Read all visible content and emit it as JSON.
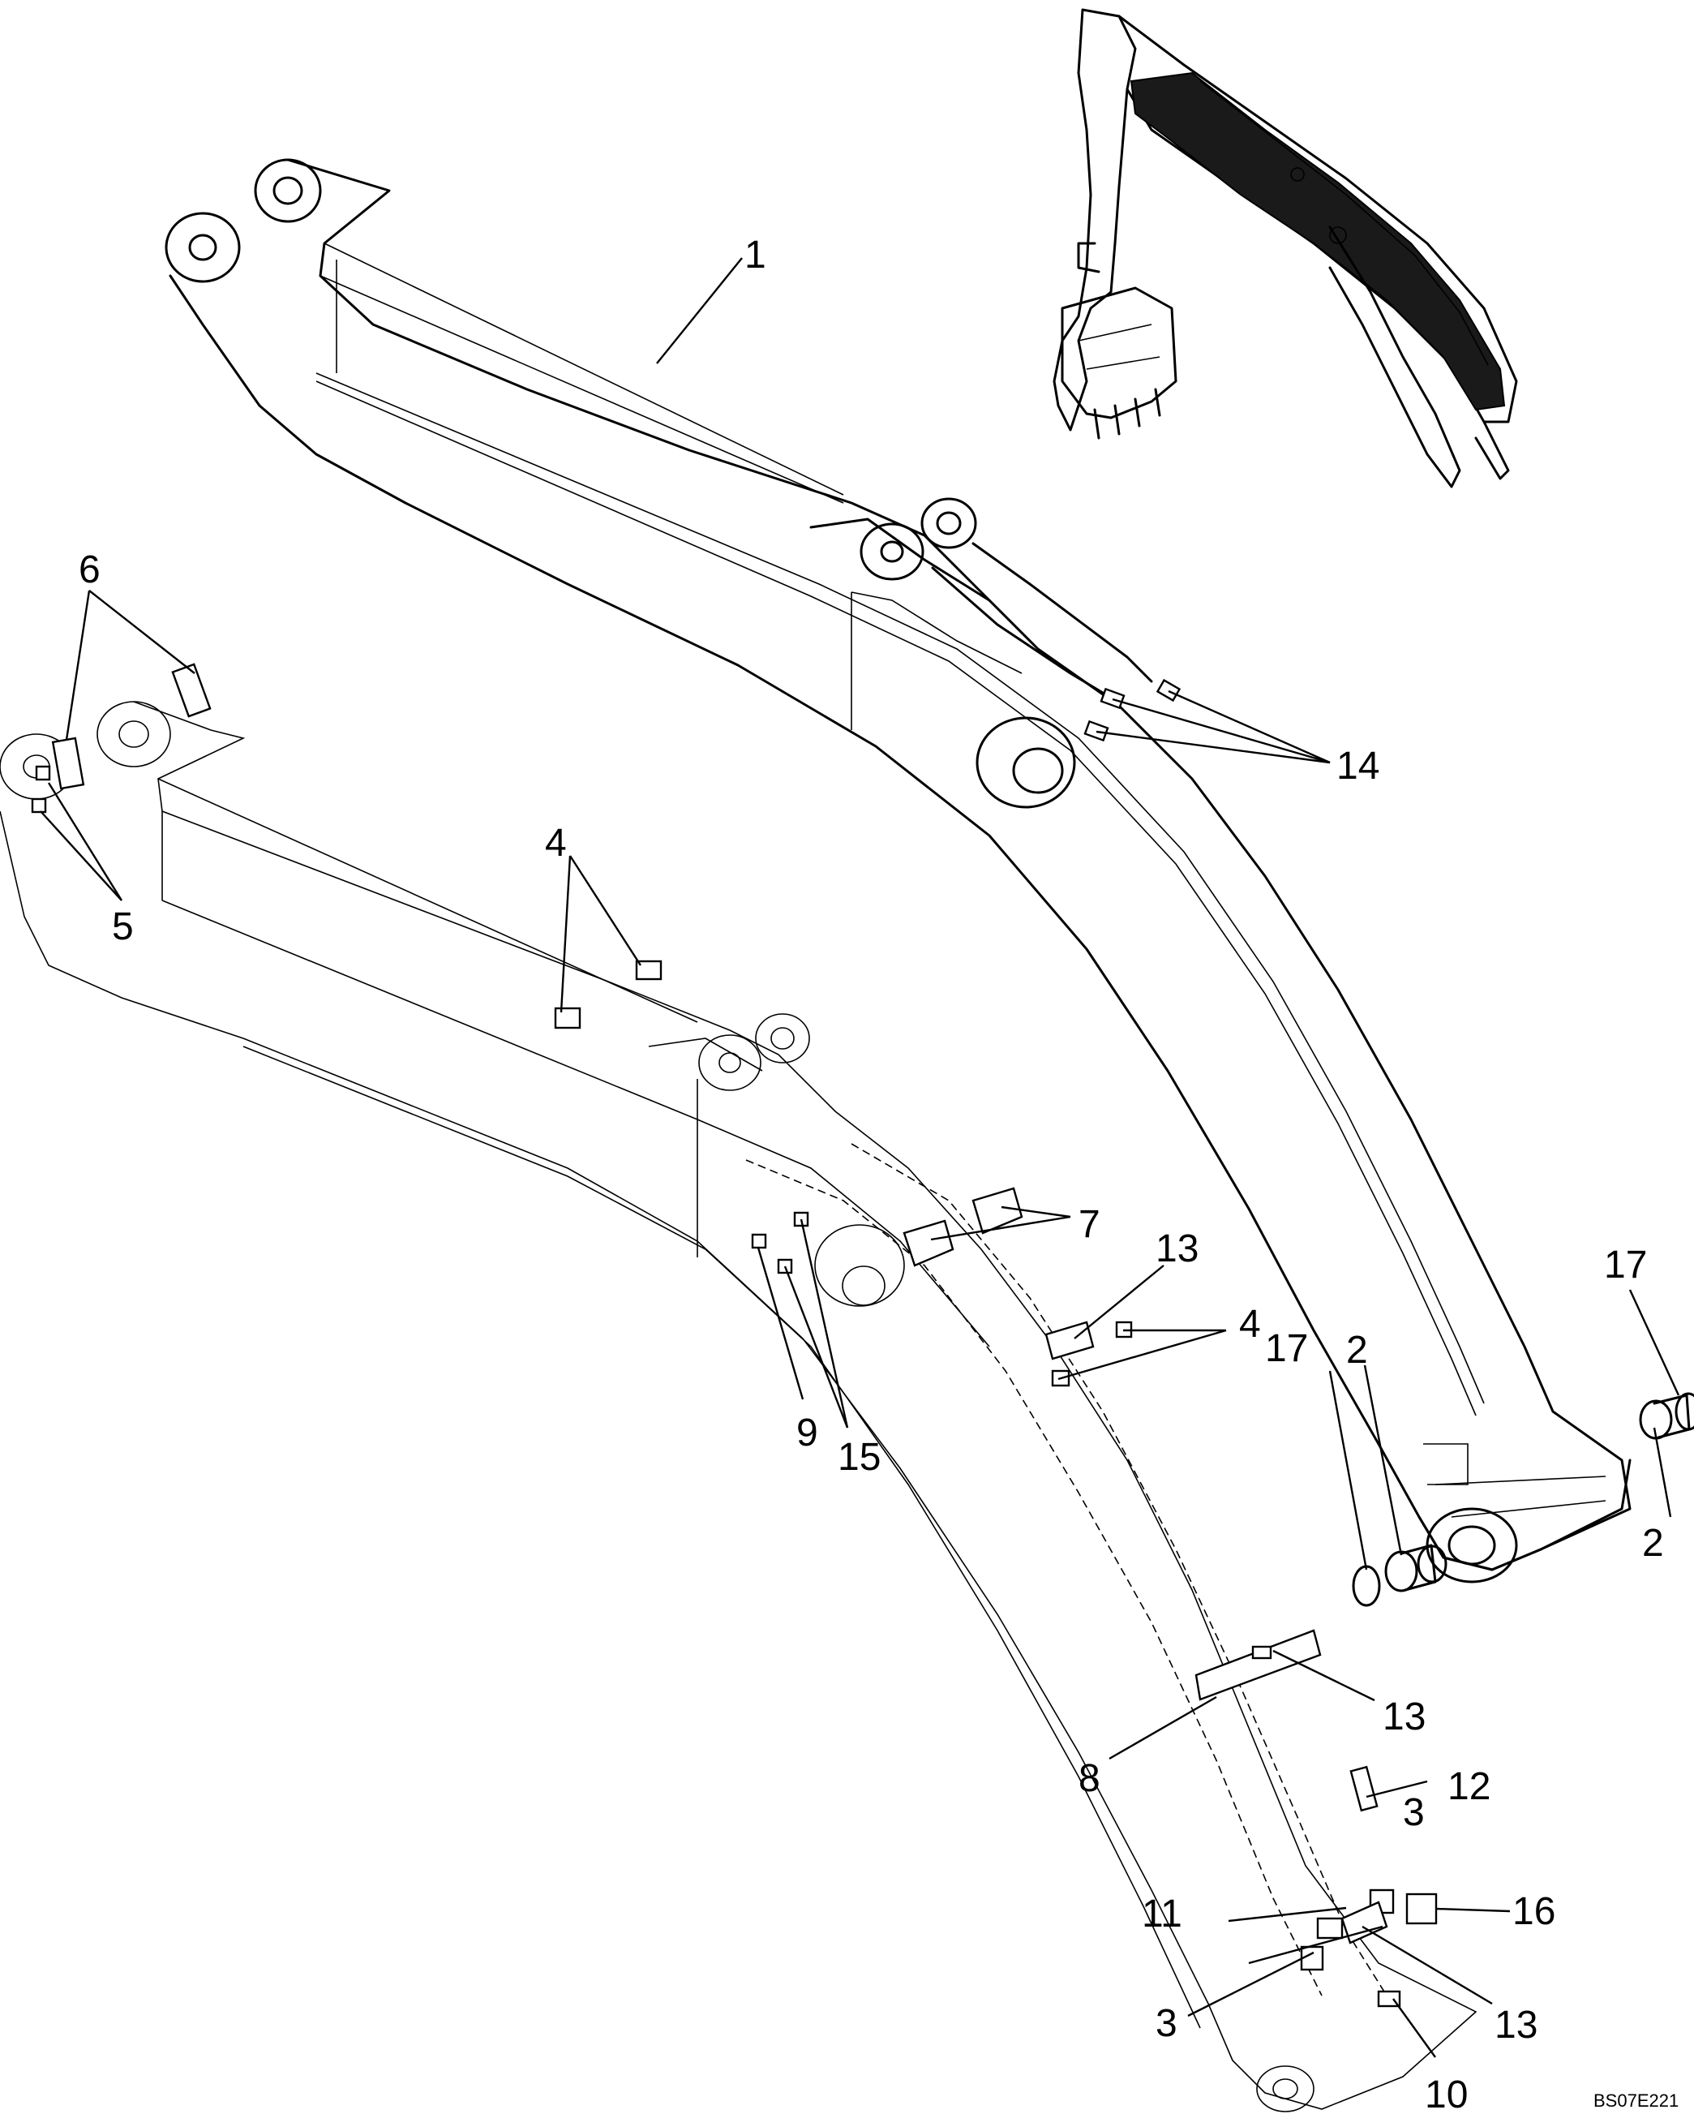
{
  "drawing_code": "BS07E221",
  "callouts": [
    {
      "label": "1"
    },
    {
      "label": "2"
    },
    {
      "label": "2"
    },
    {
      "label": "3"
    },
    {
      "label": "3"
    },
    {
      "label": "4"
    },
    {
      "label": "4"
    },
    {
      "label": "5"
    },
    {
      "label": "6"
    },
    {
      "label": "7"
    },
    {
      "label": "8"
    },
    {
      "label": "9"
    },
    {
      "label": "10"
    },
    {
      "label": "11"
    },
    {
      "label": "12"
    },
    {
      "label": "13"
    },
    {
      "label": "13"
    },
    {
      "label": "13"
    },
    {
      "label": "14"
    },
    {
      "label": "15"
    },
    {
      "label": "16"
    },
    {
      "label": "17"
    },
    {
      "label": "17"
    }
  ]
}
